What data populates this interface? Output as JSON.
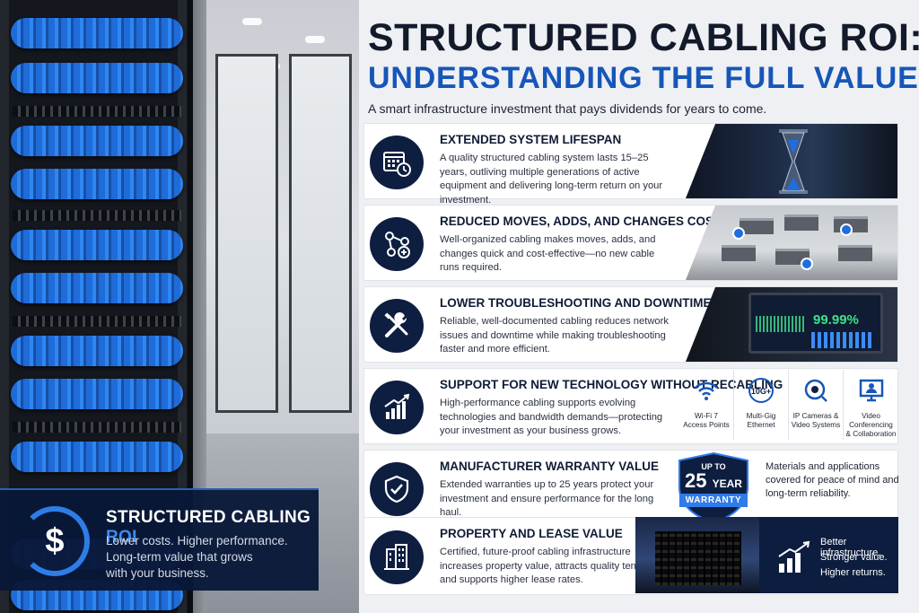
{
  "header": {
    "title_line1": "STRUCTURED CABLING ROI:",
    "title_line2": "UNDERSTANDING THE FULL VALUE",
    "tagline": "A smart infrastructure investment that pays dividends for years to come."
  },
  "sections": [
    {
      "title": "EXTENDED SYSTEM LIFESPAN",
      "text": "A quality structured cabling system lasts 15–25 years, outliving multiple generations of active equipment and delivering long-term return on your investment.",
      "icon": "calendar-clock-icon"
    },
    {
      "title": "REDUCED MOVES, ADDS, AND CHANGES COSTS",
      "text": "Well-organized cabling makes moves, adds, and changes quick and cost-effective—no new cable runs required.",
      "icon": "network-nodes-icon"
    },
    {
      "title": "LOWER TROUBLESHOOTING AND DOWNTIME COSTS",
      "text": "Reliable, well-documented cabling reduces network issues and downtime while making troubleshooting faster and more efficient.",
      "icon": "tools-icon",
      "screen_value": "99.99%"
    },
    {
      "title": "SUPPORT FOR NEW TECHNOLOGY WITHOUT RECABLING",
      "text": "High-performance cabling supports evolving technologies and bandwidth demands—protecting your investment as your business grows.",
      "icon": "growth-chart-icon",
      "tech": [
        {
          "label": "Wi-Fi 7\nAccess Points",
          "icon": "wifi-icon"
        },
        {
          "label": "Multi-Gig\nEthernet",
          "icon": "10g-icon",
          "badge": "10G+"
        },
        {
          "label": "IP Cameras &\nVideo Systems",
          "icon": "camera-icon"
        },
        {
          "label": "Video Conferencing\n& Collaboration",
          "icon": "video-conference-icon"
        }
      ]
    },
    {
      "title": "MANUFACTURER WARRANTY VALUE",
      "text": "Extended warranties up to 25 years protect your investment and ensure performance for the long haul.",
      "icon": "shield-check-icon",
      "badge": {
        "top": "UP TO",
        "years": "25",
        "unit": "YEAR",
        "ribbon": "WARRANTY"
      },
      "note": "Materials and applications covered for peace of mind and long-term reliability."
    },
    {
      "title": "PROPERTY AND LEASE VALUE",
      "text": "Certified, future-proof cabling infrastructure increases property value, attracts quality tenants, and supports higher lease rates.",
      "icon": "buildings-icon",
      "returns": [
        "Better infrastructure.",
        "Stronger value.",
        "Higher returns."
      ]
    }
  ],
  "roi_card": {
    "title_main": "STRUCTURED CABLING ",
    "title_highlight": "ROI",
    "line1": "Lower costs. Higher performance.",
    "line2": "Long-term value that grows",
    "line3": "with your business."
  },
  "colors": {
    "navy": "#0d1e40",
    "accent_blue": "#1756b8",
    "bright_blue": "#2f7be8"
  }
}
